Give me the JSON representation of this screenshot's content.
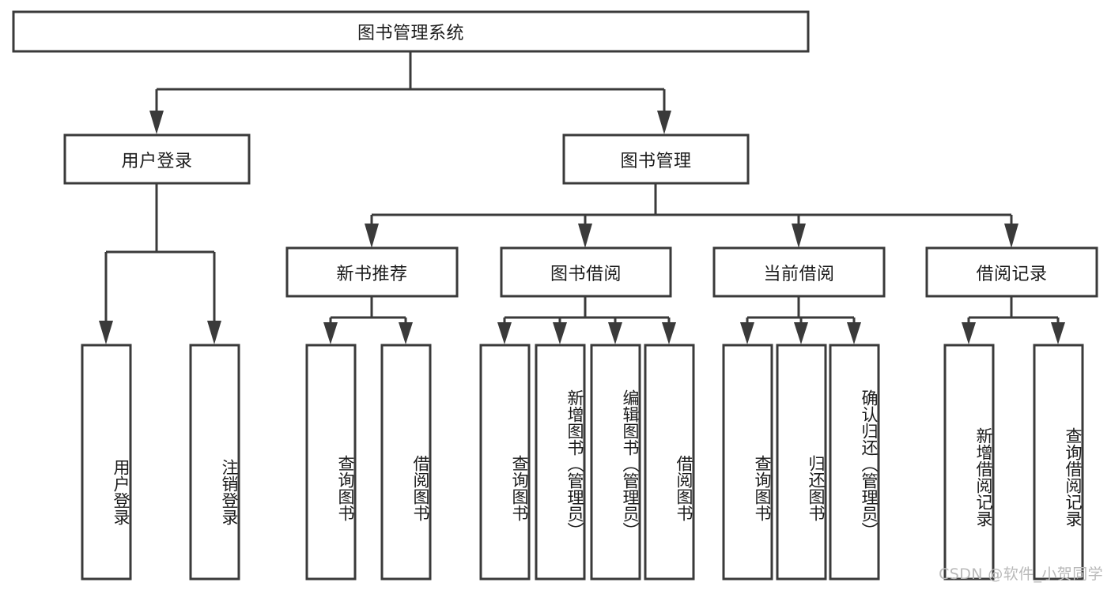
{
  "diagram": {
    "type": "tree",
    "title": "图书管理系统",
    "orientation": "top-down",
    "watermark": "CSDN @软件_小贺同学",
    "colors": {
      "stroke": "#3a3a3a",
      "fill": "#ffffff",
      "text": "#1b1b1b",
      "watermark": "#b9b9b9"
    },
    "nodes": {
      "root": {
        "label": "图书管理系统",
        "level": 1,
        "orientation": "horizontal"
      },
      "l2_user_login": {
        "label": "用户登录",
        "level": 2,
        "orientation": "horizontal"
      },
      "l2_book_manage": {
        "label": "图书管理",
        "level": 2,
        "orientation": "horizontal"
      },
      "l3_new_book_rec": {
        "label": "新书推荐",
        "level": 3,
        "orientation": "horizontal"
      },
      "l3_book_borrow": {
        "label": "图书借阅",
        "level": 3,
        "orientation": "horizontal"
      },
      "l3_current_borrow": {
        "label": "当前借阅",
        "level": 3,
        "orientation": "horizontal"
      },
      "l3_borrow_record": {
        "label": "借阅记录",
        "level": 3,
        "orientation": "horizontal"
      },
      "leaf_user_login": {
        "label": "用户登录",
        "level": 4,
        "orientation": "vertical"
      },
      "leaf_logout_login": {
        "label": "注销登录",
        "level": 4,
        "orientation": "vertical"
      },
      "leaf_query_book_1": {
        "label": "查询图书",
        "level": 4,
        "orientation": "vertical"
      },
      "leaf_borrow_book_1": {
        "label": "借阅图书",
        "level": 4,
        "orientation": "vertical"
      },
      "leaf_query_book_2": {
        "label": "查询图书",
        "level": 4,
        "orientation": "vertical"
      },
      "leaf_add_book_admin": {
        "label": "新增图书（管理员）",
        "level": 4,
        "orientation": "vertical"
      },
      "leaf_edit_book_admin": {
        "label": "编辑图书（管理员）",
        "level": 4,
        "orientation": "vertical"
      },
      "leaf_borrow_book_2": {
        "label": "借阅图书",
        "level": 4,
        "orientation": "vertical"
      },
      "leaf_query_book_3": {
        "label": "查询图书",
        "level": 4,
        "orientation": "vertical"
      },
      "leaf_return_book": {
        "label": "归还图书",
        "level": 4,
        "orientation": "vertical"
      },
      "leaf_confirm_return_admin": {
        "label": "确认归还（管理员）",
        "level": 4,
        "orientation": "vertical"
      },
      "leaf_add_borrow_record": {
        "label": "新增借阅记录",
        "level": 4,
        "orientation": "vertical"
      },
      "leaf_query_borrow_record": {
        "label": "查询借阅记录",
        "level": 4,
        "orientation": "vertical"
      }
    },
    "edges": [
      {
        "from": "root",
        "to": "l2_user_login"
      },
      {
        "from": "root",
        "to": "l2_book_manage"
      },
      {
        "from": "l2_user_login",
        "to": "leaf_user_login"
      },
      {
        "from": "l2_user_login",
        "to": "leaf_logout_login"
      },
      {
        "from": "l2_book_manage",
        "to": "l3_new_book_rec"
      },
      {
        "from": "l2_book_manage",
        "to": "l3_book_borrow"
      },
      {
        "from": "l2_book_manage",
        "to": "l3_current_borrow"
      },
      {
        "from": "l2_book_manage",
        "to": "l3_borrow_record"
      },
      {
        "from": "l3_new_book_rec",
        "to": "leaf_query_book_1"
      },
      {
        "from": "l3_new_book_rec",
        "to": "leaf_borrow_book_1"
      },
      {
        "from": "l3_book_borrow",
        "to": "leaf_query_book_2"
      },
      {
        "from": "l3_book_borrow",
        "to": "leaf_add_book_admin"
      },
      {
        "from": "l3_book_borrow",
        "to": "leaf_edit_book_admin"
      },
      {
        "from": "l3_book_borrow",
        "to": "leaf_borrow_book_2"
      },
      {
        "from": "l3_current_borrow",
        "to": "leaf_query_book_3"
      },
      {
        "from": "l3_current_borrow",
        "to": "leaf_return_book"
      },
      {
        "from": "l3_current_borrow",
        "to": "leaf_confirm_return_admin"
      },
      {
        "from": "l3_borrow_record",
        "to": "leaf_add_borrow_record"
      },
      {
        "from": "l3_borrow_record",
        "to": "leaf_query_borrow_record"
      }
    ]
  }
}
